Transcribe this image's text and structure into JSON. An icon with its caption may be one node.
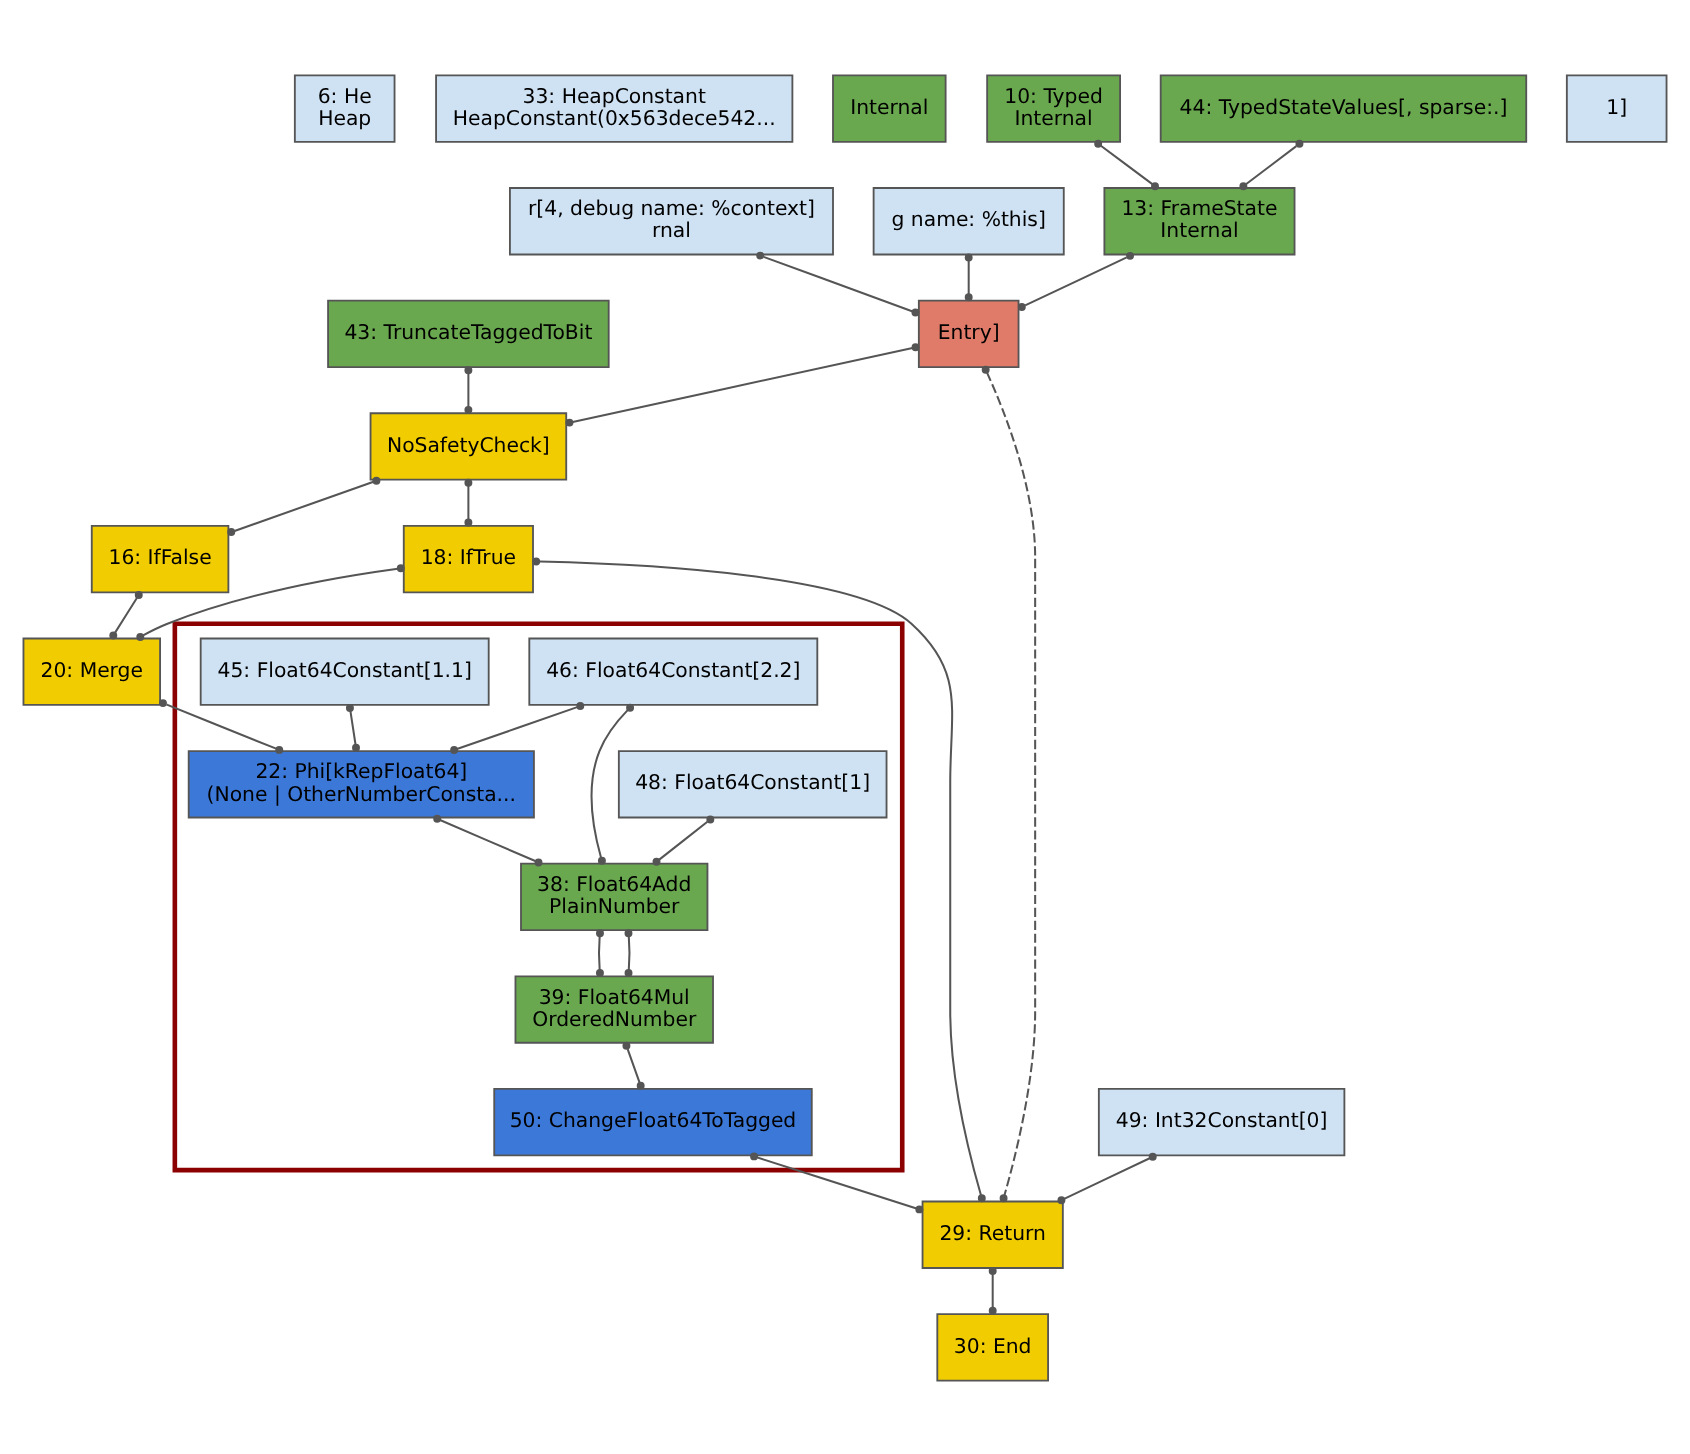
{
  "diagram": {
    "nodes": [
      {
        "text": [
          "6: He",
          "Heap"
        ]
      },
      {
        "text": [
          "33: HeapConstant",
          "HeapConstant(0x563dece542..."
        ]
      },
      {
        "text": [
          "Internal"
        ]
      },
      {
        "text": [
          "r[4, debug name: %context]",
          "rnal"
        ]
      },
      {
        "text": [
          "10: Typed",
          "Internal"
        ]
      },
      {
        "text": [
          "44: TypedStateValues[, sparse:.]"
        ]
      },
      {
        "text": [
          "g name: %this]"
        ]
      },
      {
        "text": [
          "1]"
        ]
      },
      {
        "text": [
          "13: FrameState",
          "Internal"
        ]
      },
      {
        "text": [
          "43: TruncateTaggedToBit"
        ]
      },
      {
        "text": [
          "Entry]"
        ]
      },
      {
        "text": [
          "NoSafetyCheck]"
        ]
      },
      {
        "text": [
          "49: Int32Constant[0]"
        ]
      },
      {
        "text": [
          "18: IfTrue"
        ]
      },
      {
        "text": [
          "16: IfFalse"
        ]
      },
      {
        "text": [
          "20: Merge"
        ]
      },
      {
        "text": [
          "29: Return"
        ]
      },
      {
        "text": [
          "30: End"
        ]
      },
      {
        "text": [],
        "shape": "box"
      },
      {
        "text": [
          "45: Float64Constant[1.1]"
        ],
        "in": 18
      },
      {
        "text": [
          "48: Float64Constant[1]"
        ],
        "in": 18
      },
      {
        "text": [
          "46: Float64Constant[2.2]"
        ],
        "in": 18
      },
      {
        "text": [
          "38: Float64Add",
          "PlainNumber"
        ],
        "in": 18
      },
      {
        "text": [
          "39: Float64Mul",
          "OrderedNumber"
        ],
        "in": 18
      },
      {
        "text": [
          "50: ChangeFloat64ToTagged"
        ],
        "in": 18
      },
      {
        "text": [
          "22: Phi[kRepFloat64]",
          "(None | OtherNumberConsta..."
        ],
        "in": 18
      }
    ],
    "edges": [
      {
        "from": 3,
        "to": 10,
        "arrow": "other"
      },
      {
        "from": 4,
        "to": 8,
        "arrow": "other"
      },
      {
        "from": 5,
        "to": 8,
        "arrow": "other"
      },
      {
        "from": 6,
        "to": 10,
        "arrow": "other"
      },
      {
        "from": 8,
        "to": 10,
        "arrow": "other"
      },
      {
        "from": 10,
        "to": 11,
        "arrow": "other"
      },
      {
        "from": 9,
        "to": 11,
        "arrow": "other"
      },
      {
        "from": 10,
        "to": 16,
        "arrow": "other",
        "style": "dashed"
      },
      {
        "from": 11,
        "to": 13,
        "arrow": "other"
      },
      {
        "from": 11,
        "to": 14,
        "arrow": "other"
      },
      {
        "from": 12,
        "to": 16,
        "arrow": "other"
      },
      {
        "from": 13,
        "to": 15,
        "arrow": "other"
      },
      {
        "from": 14,
        "to": 15,
        "arrow": "other"
      },
      {
        "from": 13,
        "to": 16,
        "arrow": "other"
      },
      {
        "from": 15,
        "to": 25,
        "arrow": "other"
      },
      {
        "from": 24,
        "to": 16,
        "arrow": "other"
      },
      {
        "from": 16,
        "to": 17,
        "arrow": "other"
      },
      {
        "from": 19,
        "to": 25,
        "arrow": "other"
      },
      {
        "from": 20,
        "to": 22,
        "arrow": "other"
      },
      {
        "from": 21,
        "to": 22,
        "arrow": "other"
      },
      {
        "from": 21,
        "to": 25,
        "arrow": "other"
      },
      {
        "from": 25,
        "to": 22,
        "arrow": "other"
      },
      {
        "from": 22,
        "to": 23,
        "arrow": "other"
      },
      {
        "from": 22,
        "to": 23,
        "arrow": "other"
      },
      {
        "from": 23,
        "to": 24,
        "arrow": "other"
      }
    ]
  }
}
